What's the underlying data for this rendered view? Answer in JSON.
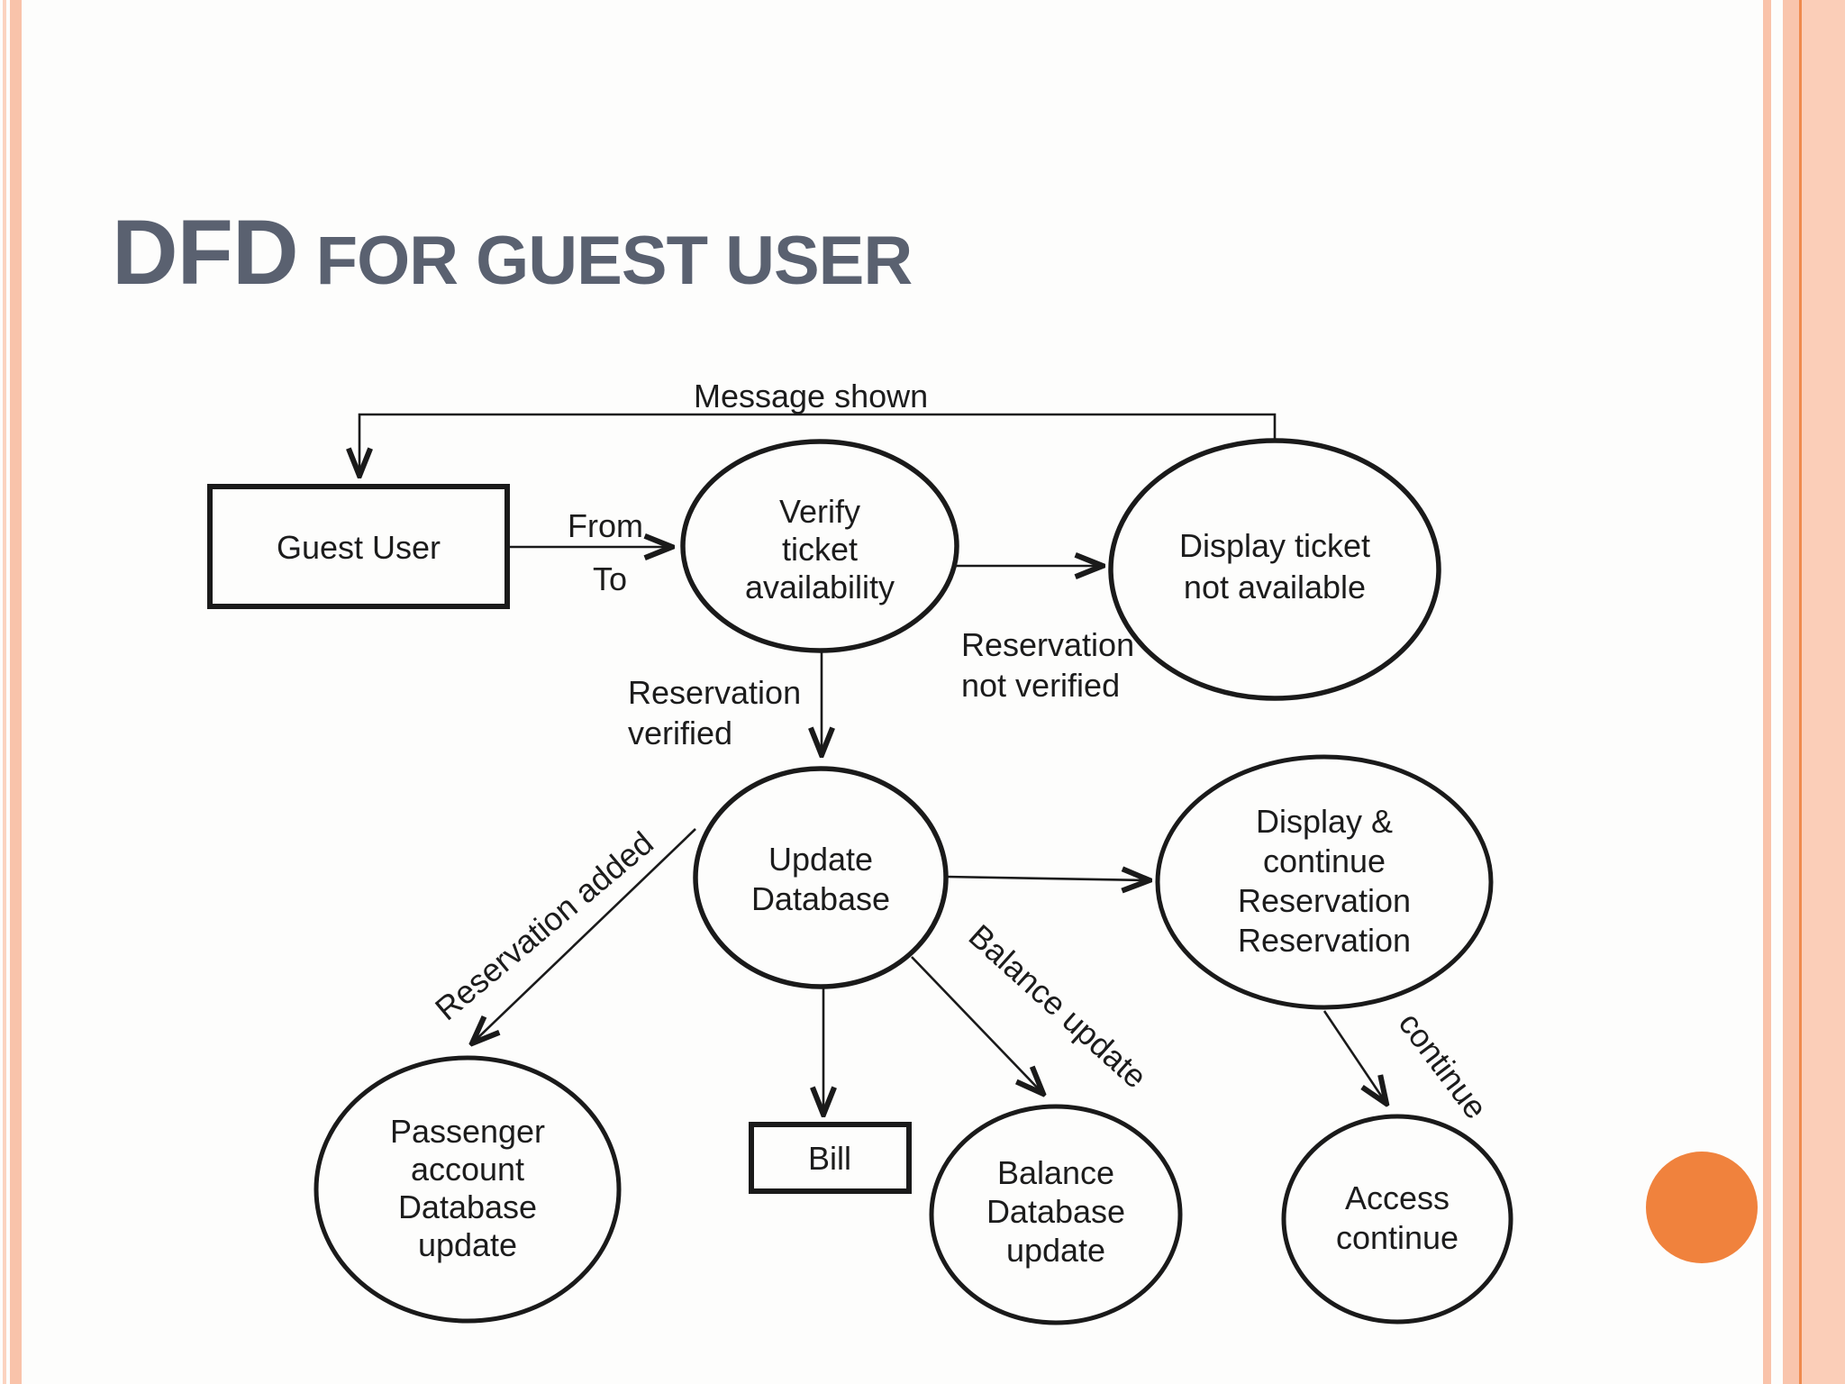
{
  "title": {
    "lead": "DFD",
    "rest": "FOR GUEST USER"
  },
  "diagram": {
    "nodes": {
      "guest_user": {
        "type": "external-entity",
        "label": "Guest User"
      },
      "verify_ticket": {
        "type": "process",
        "lines": [
          "Verify",
          "ticket",
          "availability"
        ]
      },
      "display_ticket_na": {
        "type": "process",
        "lines": [
          "Display ticket",
          "not available"
        ]
      },
      "update_database": {
        "type": "process",
        "lines": [
          "Update",
          "Database"
        ]
      },
      "display_continue": {
        "type": "process",
        "lines": [
          "Display &",
          "continue",
          "Reservation",
          "Reservation"
        ]
      },
      "passenger_account": {
        "type": "process",
        "lines": [
          "Passenger",
          "account",
          "Database",
          "update"
        ]
      },
      "bill": {
        "type": "external-entity",
        "label": "Bill"
      },
      "balance_db": {
        "type": "process",
        "lines": [
          "Balance",
          "Database",
          "update"
        ]
      },
      "access_continue": {
        "type": "process",
        "lines": [
          "Access",
          "continue"
        ]
      }
    },
    "flows": {
      "message_shown": "Message shown",
      "from": "From",
      "to": "To",
      "reservation_not_verified": [
        "Reservation",
        "not verified"
      ],
      "reservation_verified": [
        "Reservation",
        "verified"
      ],
      "reservation_added": "Reservation added",
      "balance_update": "Balance update",
      "continue_label": "continue"
    }
  },
  "colors": {
    "title_text": "#5a6170",
    "diagram_stroke": "#1a1a1a",
    "accent_circle": "#f0823d",
    "border_salmon": "#f9c3aa",
    "border_light": "#fbceb8",
    "border_accent_line": "#ef8a4d",
    "background": "#fdfdfc"
  }
}
